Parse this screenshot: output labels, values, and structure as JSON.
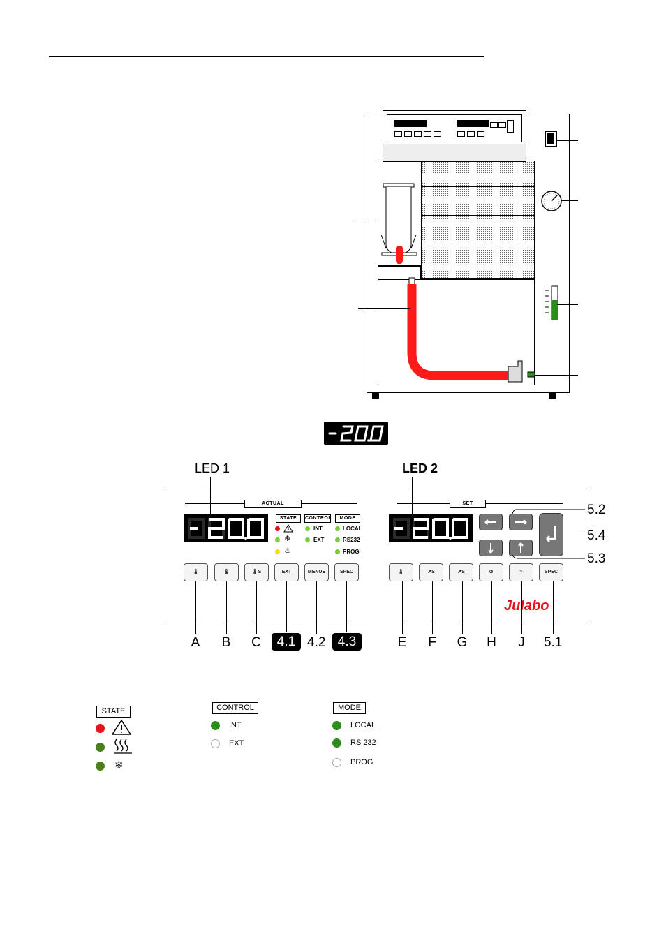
{
  "display_reading": "-20.0",
  "panel": {
    "actual_label": "ACTUAL",
    "set_label": "SET",
    "led1_label": "LED 1",
    "led2_label": "LED 2",
    "state_label": "STATE",
    "control_label": "CONTROL",
    "mode_label": "MODE",
    "control_items": [
      "INT",
      "EXT"
    ],
    "mode_items": [
      "LOCAL",
      "RS232",
      "PROG"
    ],
    "key_ext": "EXT",
    "key_menue": "MENUE",
    "key_spec": "SPEC",
    "key_spec2": "SPEC",
    "key_s": "S",
    "brand": "Julabo",
    "letters": [
      "A",
      "B",
      "C",
      "E",
      "F",
      "G",
      "H",
      "J"
    ],
    "tags": [
      "4.1",
      "4.2",
      "4.3",
      "5.1"
    ],
    "callouts": [
      "5.2",
      "5.4",
      "5.3"
    ]
  },
  "legend": {
    "state_title": "STATE",
    "control_title": "CONTROL",
    "control_items": [
      "INT",
      "EXT"
    ],
    "mode_title": "MODE",
    "mode_items": [
      "LOCAL",
      "RS 232",
      "PROG"
    ]
  },
  "colors": {
    "led_red": "#e8141c",
    "led_green": "#2e8b1e",
    "led_olive": "#4a7f1a",
    "led_yellow": "#f4e000",
    "brand_red": "#e3141c",
    "hose_red": "#ff1a1a"
  }
}
